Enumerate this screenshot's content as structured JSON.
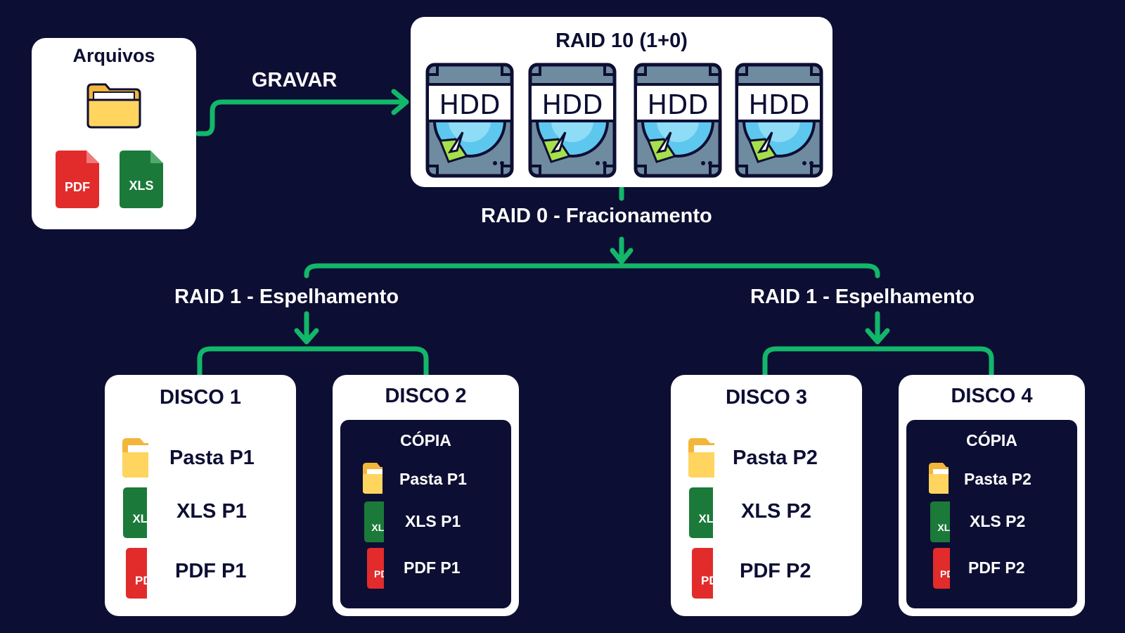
{
  "colors": {
    "background": "#0d0e33",
    "card": "#ffffff",
    "connector": "#12b76a",
    "folder": "#ffd45f",
    "pdf": "#e22b2b",
    "xls": "#1b7a3a",
    "hdd_body": "#6f8ba0",
    "hdd_platter": "#5ec7ee"
  },
  "source": {
    "title": "Arquivos",
    "icons": [
      "folder-icon",
      "pdf-file-icon",
      "xls-file-icon"
    ],
    "pdf_label": "PDF",
    "xls_label": "XLS"
  },
  "write_label": "GRAVAR",
  "raid10": {
    "title": "RAID 10 (1+0)",
    "disks": [
      {
        "label": "HDD"
      },
      {
        "label": "HDD"
      },
      {
        "label": "HDD"
      },
      {
        "label": "HDD"
      }
    ]
  },
  "raid0_label": "RAID 0 - Fracionamento",
  "mirror_left_label": "RAID 1 - Espelhamento",
  "mirror_right_label": "RAID 1 - Espelhamento",
  "disks": {
    "disk1": {
      "title": "DISCO 1",
      "items": [
        {
          "icon": "folder-icon",
          "label": "Pasta P1"
        },
        {
          "icon": "xls-file-icon",
          "label": "XLS P1",
          "icon_text": "XLS"
        },
        {
          "icon": "pdf-file-icon",
          "label": "PDF P1",
          "icon_text": "PDF"
        }
      ]
    },
    "disk2": {
      "title": "DISCO 2",
      "copy_label": "CÓPIA",
      "items": [
        {
          "icon": "folder-icon",
          "label": "Pasta P1"
        },
        {
          "icon": "xls-file-icon",
          "label": "XLS P1",
          "icon_text": "XLS"
        },
        {
          "icon": "pdf-file-icon",
          "label": "PDF P1",
          "icon_text": "PDF"
        }
      ]
    },
    "disk3": {
      "title": "DISCO 3",
      "items": [
        {
          "icon": "folder-icon",
          "label": "Pasta P2"
        },
        {
          "icon": "xls-file-icon",
          "label": "XLS P2",
          "icon_text": "XLS"
        },
        {
          "icon": "pdf-file-icon",
          "label": "PDF P2",
          "icon_text": "PDF"
        }
      ]
    },
    "disk4": {
      "title": "DISCO 4",
      "copy_label": "CÓPIA",
      "items": [
        {
          "icon": "folder-icon",
          "label": "Pasta P2"
        },
        {
          "icon": "xls-file-icon",
          "label": "XLS P2",
          "icon_text": "XLS"
        },
        {
          "icon": "pdf-file-icon",
          "label": "PDF P2",
          "icon_text": "PDF"
        }
      ]
    }
  }
}
